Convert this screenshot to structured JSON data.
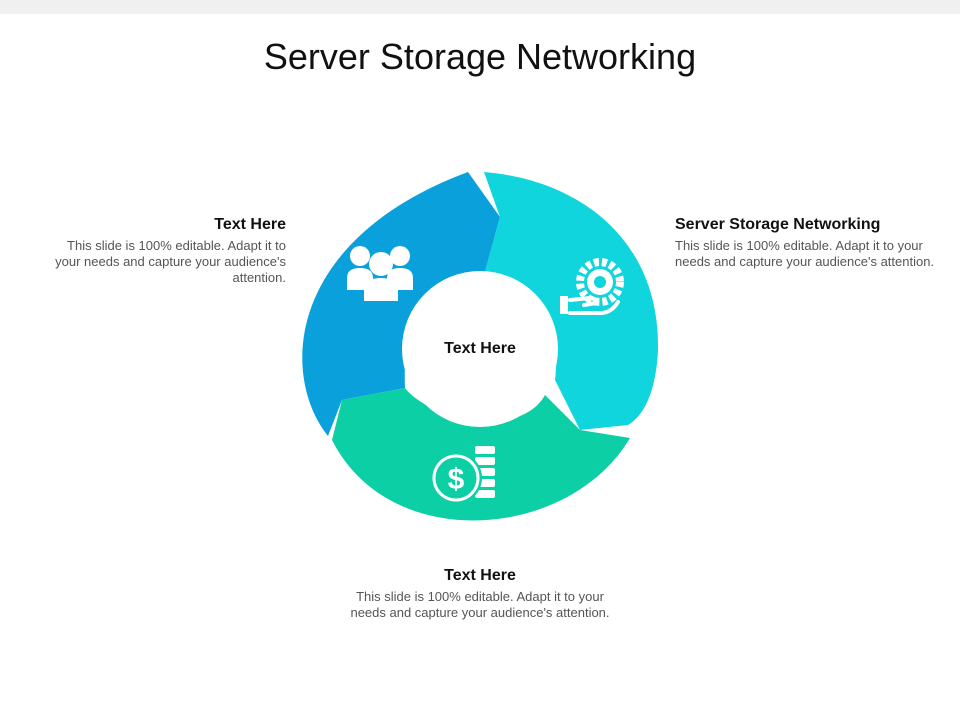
{
  "title": "Server Storage Networking",
  "center": {
    "label": "Text Here"
  },
  "colors": {
    "blue": "#0aa0dc",
    "cyan": "#10d5dd",
    "green": "#0ccfa5",
    "icon": "#ffffff"
  },
  "segments": [
    {
      "name": "left",
      "color": "#0aa0dc",
      "icon": "users-icon",
      "heading": "Text Here",
      "body": "This slide is 100% editable. Adapt it to your needs and capture your audience's attention."
    },
    {
      "name": "right",
      "color": "#10d5dd",
      "icon": "gear-hand-icon",
      "heading": "Server Storage Networking",
      "body": "This slide is 100% editable. Adapt it to your needs and capture your audience's attention."
    },
    {
      "name": "bottom",
      "color": "#0ccfa5",
      "icon": "dollar-coins-icon",
      "heading": "Text Here",
      "body": "This slide is 100% editable. Adapt it to your needs and capture your audience's attention."
    }
  ]
}
